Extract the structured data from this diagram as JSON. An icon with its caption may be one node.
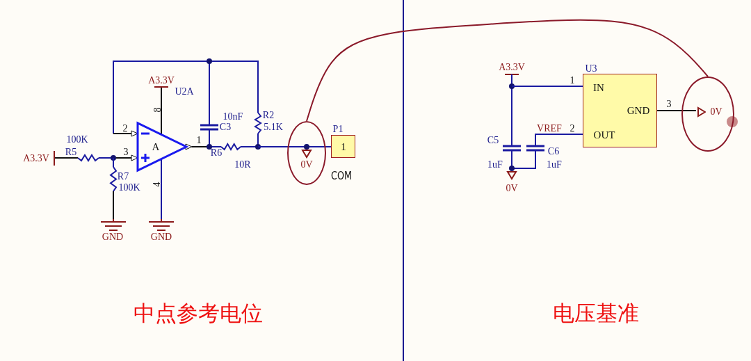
{
  "diagram": {
    "nodes": [
      {
        "text": [
          "A"
        ],
        "beside": [
          "U2A"
        ]
      },
      {
        "text": [
          "1"
        ],
        "beside": [
          "P1"
        ]
      },
      {
        "text": [
          "IN",
          "GND",
          "OUT"
        ],
        "beside": [
          "U3"
        ]
      },
      {
        "text": [],
        "shape": "circle"
      },
      {
        "text": [],
        "shape": "circle"
      },
      {
        "text": [
          "0V"
        ],
        "in": 4
      }
    ],
    "edges": [
      {
        "from": 3,
        "to": 4,
        "arrow": "none"
      },
      {
        "from": 2,
        "to": 5,
        "arrow": "none",
        "color": "#111111"
      }
    ],
    "labels": [
      "A3.3V",
      "8",
      "10nF",
      "R2",
      "C3",
      "5.1K",
      "100K",
      "2",
      "R5",
      "3",
      "1",
      "A3.3V",
      "R6",
      "10R",
      "R7",
      "100K",
      "4",
      "0V",
      "COM",
      "GND",
      "GND",
      "A3.3V",
      "1",
      "VREF",
      "2",
      "C5",
      "C6",
      "1uF",
      "1uF",
      "0V",
      "3",
      "中点参考电位",
      "电压基准"
    ]
  }
}
